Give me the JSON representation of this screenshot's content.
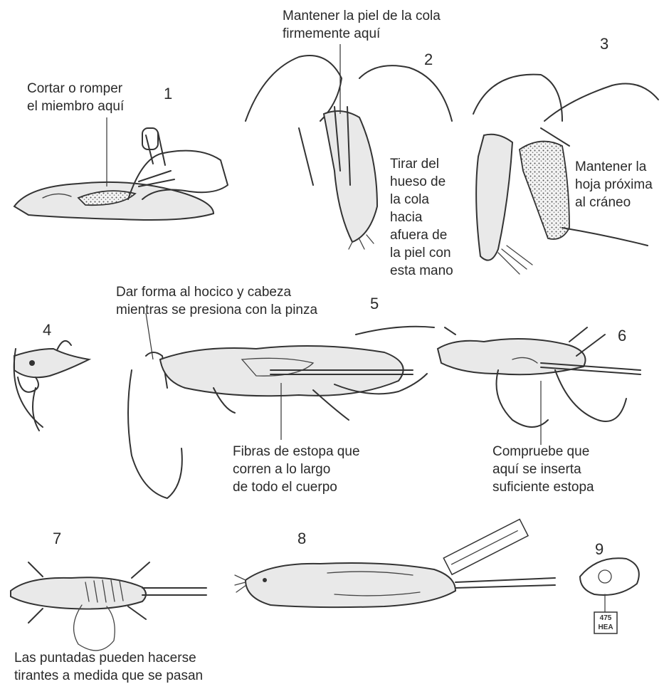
{
  "steps": [
    {
      "number": "1",
      "labels": [
        "Cortar o romper\nel miembro aquí"
      ]
    },
    {
      "number": "2",
      "labels": [
        "Mantener la piel de la cola\nfirmemente aquí",
        "Tirar del\nhueso de\nla cola\nhacia\nafuera de\nla piel con\nesta mano"
      ]
    },
    {
      "number": "3",
      "labels": [
        "Mantener la\nhoja próxima\nal cráneo"
      ]
    },
    {
      "number": "4",
      "labels": []
    },
    {
      "number": "5",
      "labels": [
        "Dar forma al hocico y cabeza\nmientras se presiona con la pinza",
        "Fibras de estopa que\ncorren a lo largo\nde todo el cuerpo"
      ]
    },
    {
      "number": "6",
      "labels": [
        "Compruebe que\naquí se inserta\nsuficiente estopa"
      ]
    },
    {
      "number": "7",
      "labels": [
        "Las puntadas pueden hacerse\ntirantes a medida que se pasan"
      ]
    },
    {
      "number": "8",
      "labels": []
    },
    {
      "number": "9",
      "labels": []
    }
  ],
  "tag_text": [
    "475",
    "HEA"
  ],
  "colors": {
    "ink": "#333333",
    "background": "#ffffff",
    "fur_fill": "#e9e9e9"
  }
}
